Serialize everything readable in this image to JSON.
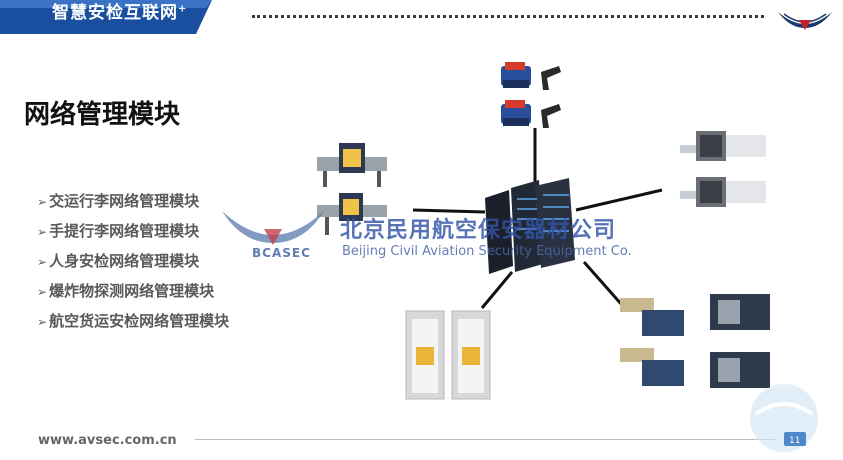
{
  "header": {
    "title": "智慧安检互联网",
    "title_suffix": "+"
  },
  "section_title": "网络管理模块",
  "modules": [
    {
      "label": "交运行李网络管理模块"
    },
    {
      "label": "手提行李网络管理模块"
    },
    {
      "label": "人身安检网络管理模块"
    },
    {
      "label": "爆炸物探测网络管理模块"
    },
    {
      "label": "航空货运安检网络管理模块"
    }
  ],
  "list_marker": "➢",
  "watermark": {
    "abbr": "BCASEC",
    "company_cn": "北京民用航空保安器材公司",
    "company_en": "Beijing Civil Aviation Security Equipment Co."
  },
  "footer": {
    "url": "www.avsec.com.cn",
    "page_number": "11"
  },
  "colors": {
    "header_blue": "#1a4fa0",
    "watermark_blue": "#3355a8"
  },
  "devices": [
    "explosive-trace-detector-icon",
    "baggage-xray-scanner-icon",
    "network-server-icon",
    "large-cargo-xray-icon",
    "walk-through-metal-detector-icon",
    "cargo-xray-scanner-icon"
  ]
}
